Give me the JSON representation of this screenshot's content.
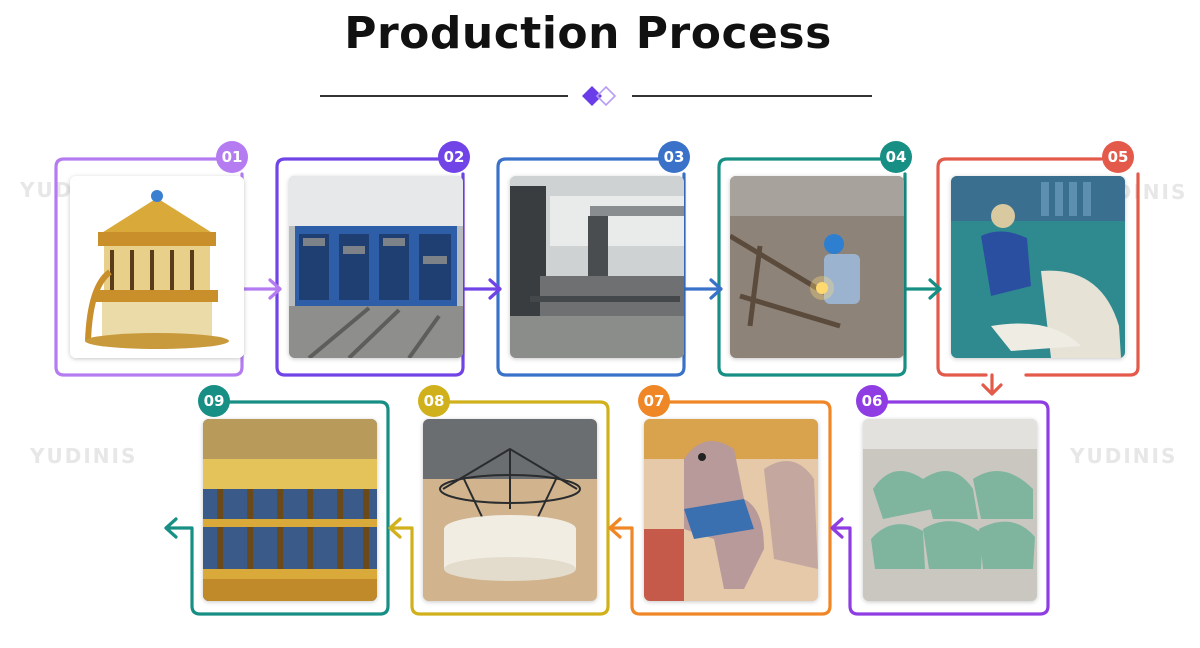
{
  "title": "Production Process",
  "brand": "YUDINIS",
  "steps": [
    {
      "number": "01",
      "color": "#b57cf2",
      "scene": "carousel"
    },
    {
      "number": "02",
      "color": "#7044e6",
      "scene": "steel-rack"
    },
    {
      "number": "03",
      "color": "#3a72c9",
      "scene": "cutting-machine"
    },
    {
      "number": "04",
      "color": "#178f84",
      "scene": "welding"
    },
    {
      "number": "05",
      "color": "#e35a4a",
      "scene": "fiberglass-worker"
    },
    {
      "number": "06",
      "color": "#8f3de3",
      "scene": "horse-molds"
    },
    {
      "number": "07",
      "color": "#ef8727",
      "scene": "painted-horses"
    },
    {
      "number": "08",
      "color": "#d1b11b",
      "scene": "steel-frame"
    },
    {
      "number": "09",
      "color": "#178f84",
      "scene": "finished-carousel"
    }
  ]
}
